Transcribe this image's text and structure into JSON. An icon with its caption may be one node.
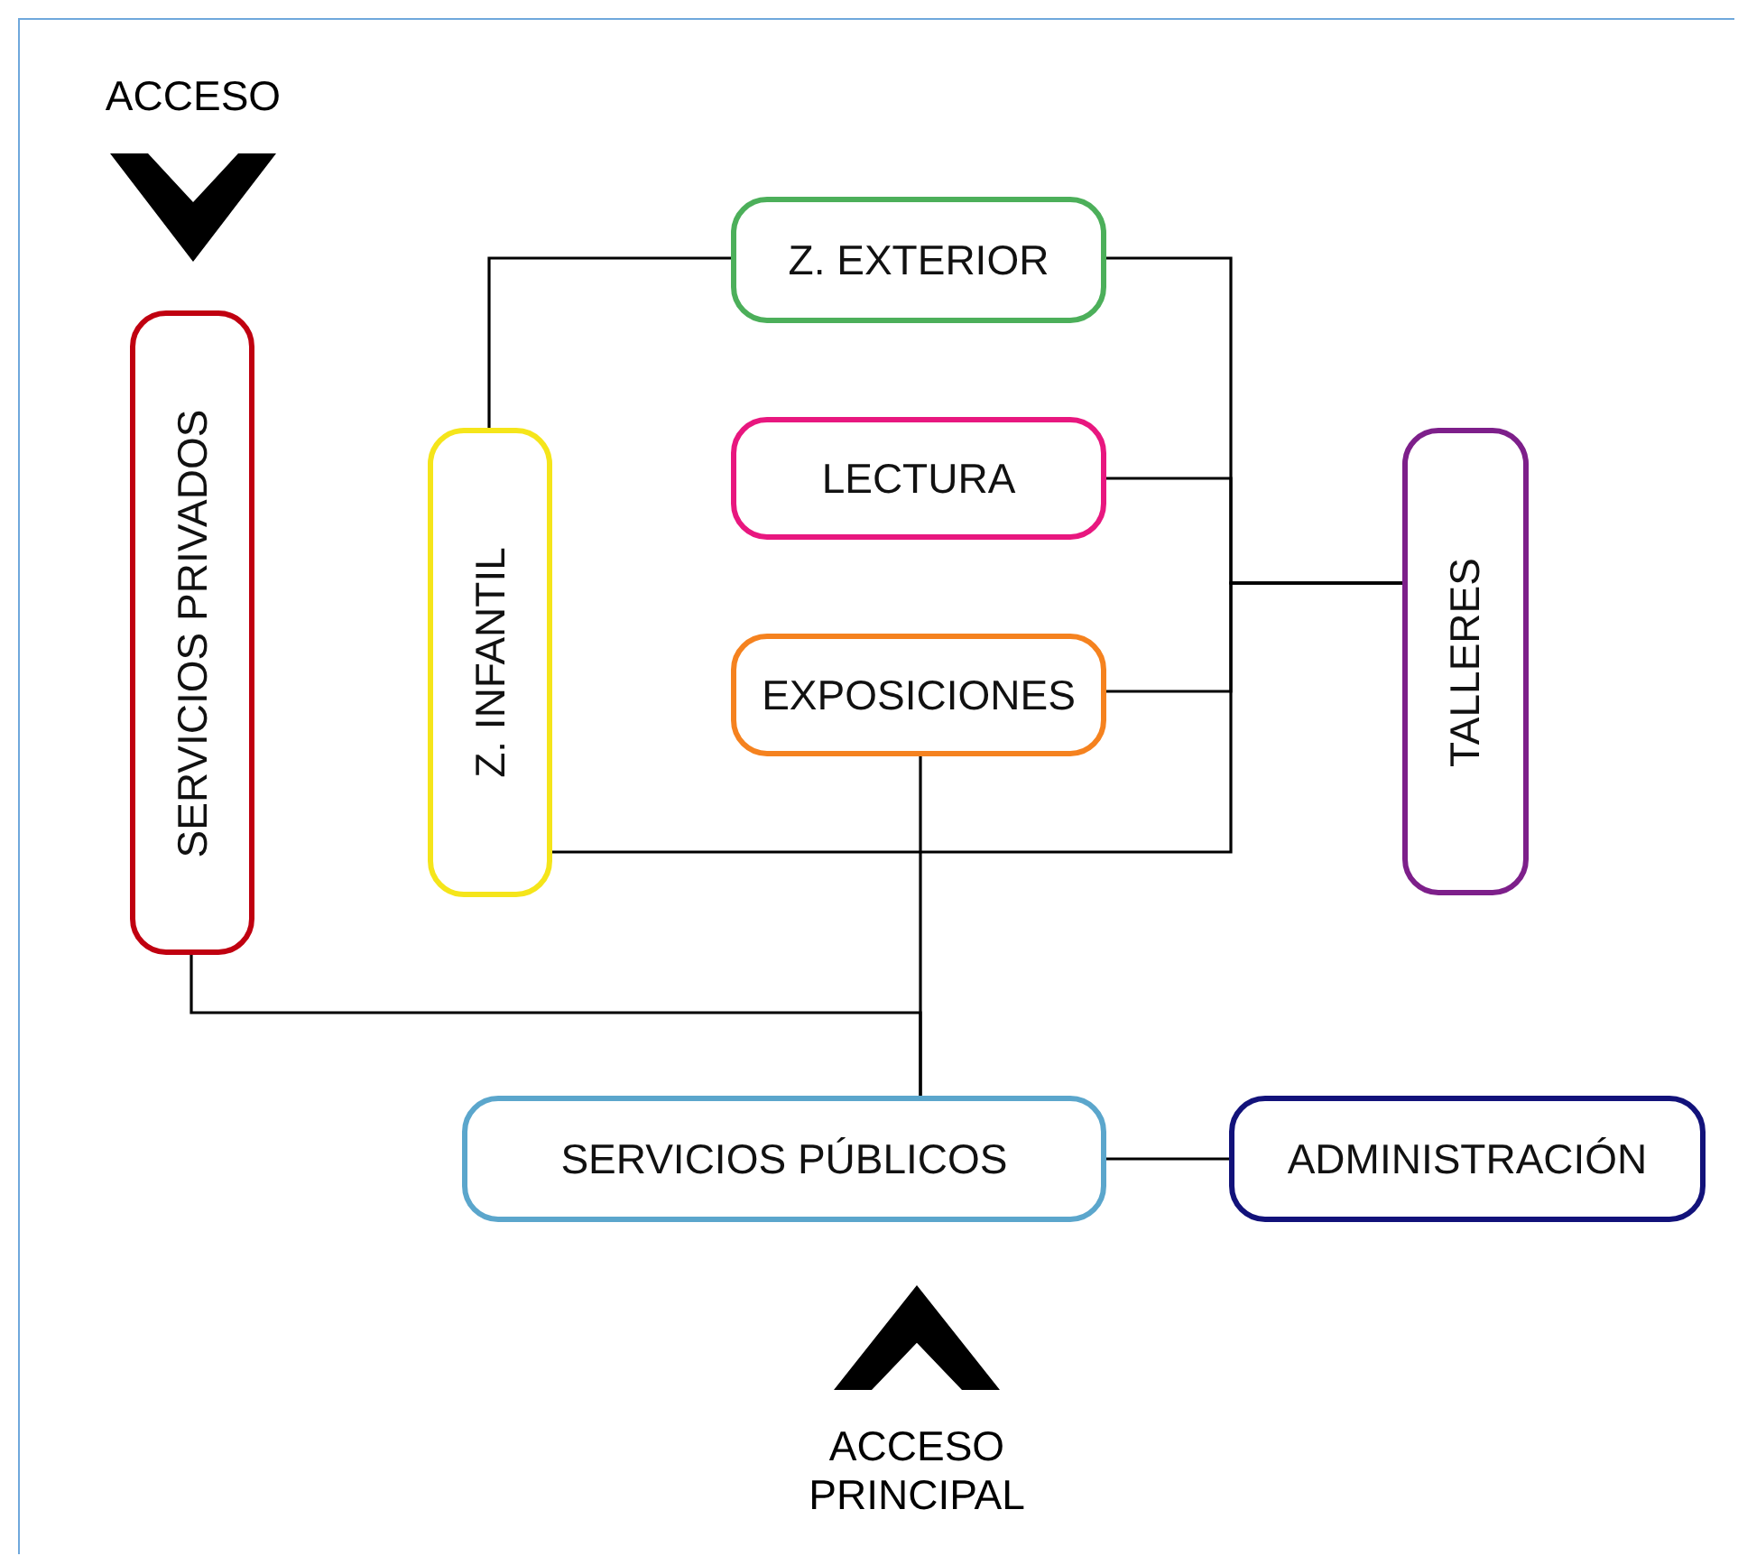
{
  "diagram": {
    "nodes": [
      {
        "text": [
          "ACCESO"
        ]
      },
      {
        "text": [
          "SERVICIOS PRIVADOS"
        ]
      },
      {
        "text": [
          "Z. EXTERIOR"
        ]
      },
      {
        "text": [
          "Z. INFANTIL"
        ]
      },
      {
        "text": [
          "LECTURA"
        ]
      },
      {
        "text": [
          "EXPOSICIONES"
        ]
      },
      {
        "text": [
          "TALLERES"
        ]
      },
      {
        "text": [
          "SERVICIOS PÚBLICOS"
        ]
      },
      {
        "text": [
          "ADMINISTRACIÓN"
        ]
      },
      {
        "text": [
          "ACCESO PRINCIPAL"
        ]
      }
    ],
    "edges": [
      {
        "from": 0,
        "to": 1,
        "arrow": "to"
      },
      {
        "from": 3,
        "to": 2,
        "arrow": "none"
      },
      {
        "from": 2,
        "to": 6,
        "arrow": "none"
      },
      {
        "from": 4,
        "to": 6,
        "arrow": "none"
      },
      {
        "from": 5,
        "to": 6,
        "arrow": "none"
      },
      {
        "from": 3,
        "to": 6,
        "arrow": "none"
      },
      {
        "from": 1,
        "to": 7,
        "arrow": "none"
      },
      {
        "from": 5,
        "to": 7,
        "arrow": "none"
      },
      {
        "from": 7,
        "to": 8,
        "arrow": "none"
      },
      {
        "from": 9,
        "to": 7,
        "arrow": "to"
      }
    ]
  }
}
